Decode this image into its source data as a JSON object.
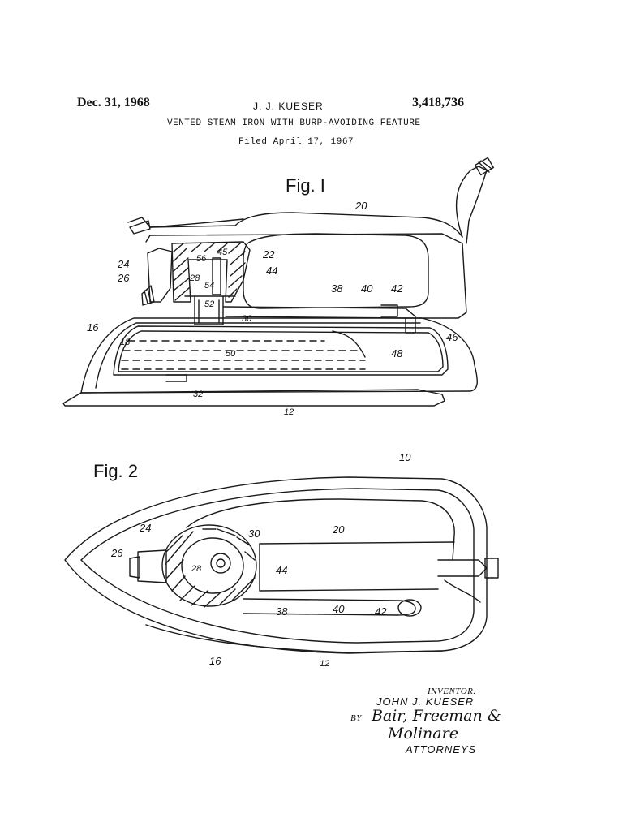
{
  "header": {
    "date": "Dec. 31, 1968",
    "inventor_name": "J. J. KUESER",
    "patent_number": "3,418,736",
    "title": "VENTED STEAM IRON WITH BURP-AVOIDING FEATURE",
    "filed": "Filed April 17, 1967"
  },
  "fig1": {
    "label": "Fig. I",
    "refs": {
      "r20": "20",
      "r22": "22",
      "r24": "24",
      "r26": "26",
      "r56": "56",
      "r45": "45",
      "r44": "44",
      "r28": "28",
      "r54": "54",
      "r52": "52",
      "r30": "30",
      "r38": "38",
      "r40": "40",
      "r42": "42",
      "r16": "16",
      "r18": "18",
      "r46": "46",
      "r50": "50",
      "r48": "48",
      "r32": "32",
      "r12": "12"
    }
  },
  "fig2": {
    "label": "Fig. 2",
    "refs": {
      "r10": "10",
      "r20": "20",
      "r24": "24",
      "r26": "26",
      "r30": "30",
      "r28": "28",
      "r44": "44",
      "r38": "38",
      "r40": "40",
      "r42": "42",
      "r16": "16",
      "r12": "12"
    }
  },
  "footer": {
    "inventor_caption": "INVENTOR.",
    "inventor": "JOHN J. KUESER",
    "by": "BY",
    "attorneys_line1": "Bair, Freeman &",
    "attorneys_line2": "Molinare",
    "attorneys_caption": "ATTORNEYS"
  }
}
